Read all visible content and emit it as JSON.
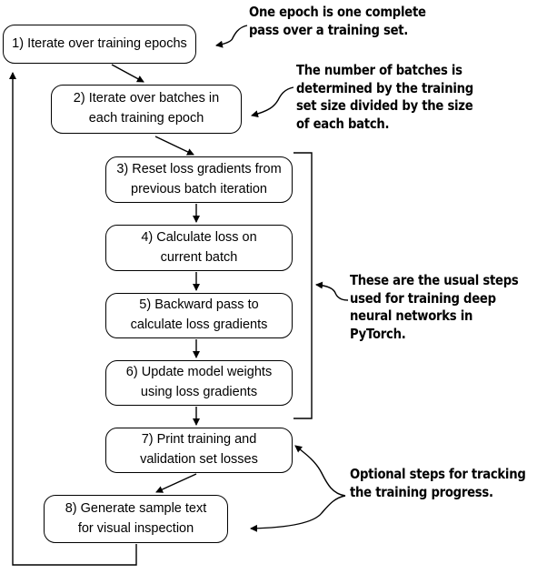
{
  "steps": [
    {
      "label": "1) Iterate over training epochs"
    },
    {
      "label": "2) Iterate over batches in\neach training epoch"
    },
    {
      "label": "3) Reset loss gradients from\nprevious batch iteration"
    },
    {
      "label": "4) Calculate loss on\ncurrent batch"
    },
    {
      "label": "5) Backward pass to\ncalculate loss gradients"
    },
    {
      "label": "6) Update model weights\nusing loss gradients"
    },
    {
      "label": "7) Print training and\nvalidation set losses"
    },
    {
      "label": "8) Generate sample text\nfor visual inspection"
    }
  ],
  "annotations": {
    "epoch": "One epoch is one complete\npass over a training set.",
    "batches": "The number of batches is\ndetermined by the training\nset size divided by the size\nof each batch.",
    "usual_steps": "These are the usual steps\nused for training deep\nneural networks in PyTorch.",
    "optional_steps": "Optional steps for tracking\nthe training progress."
  }
}
